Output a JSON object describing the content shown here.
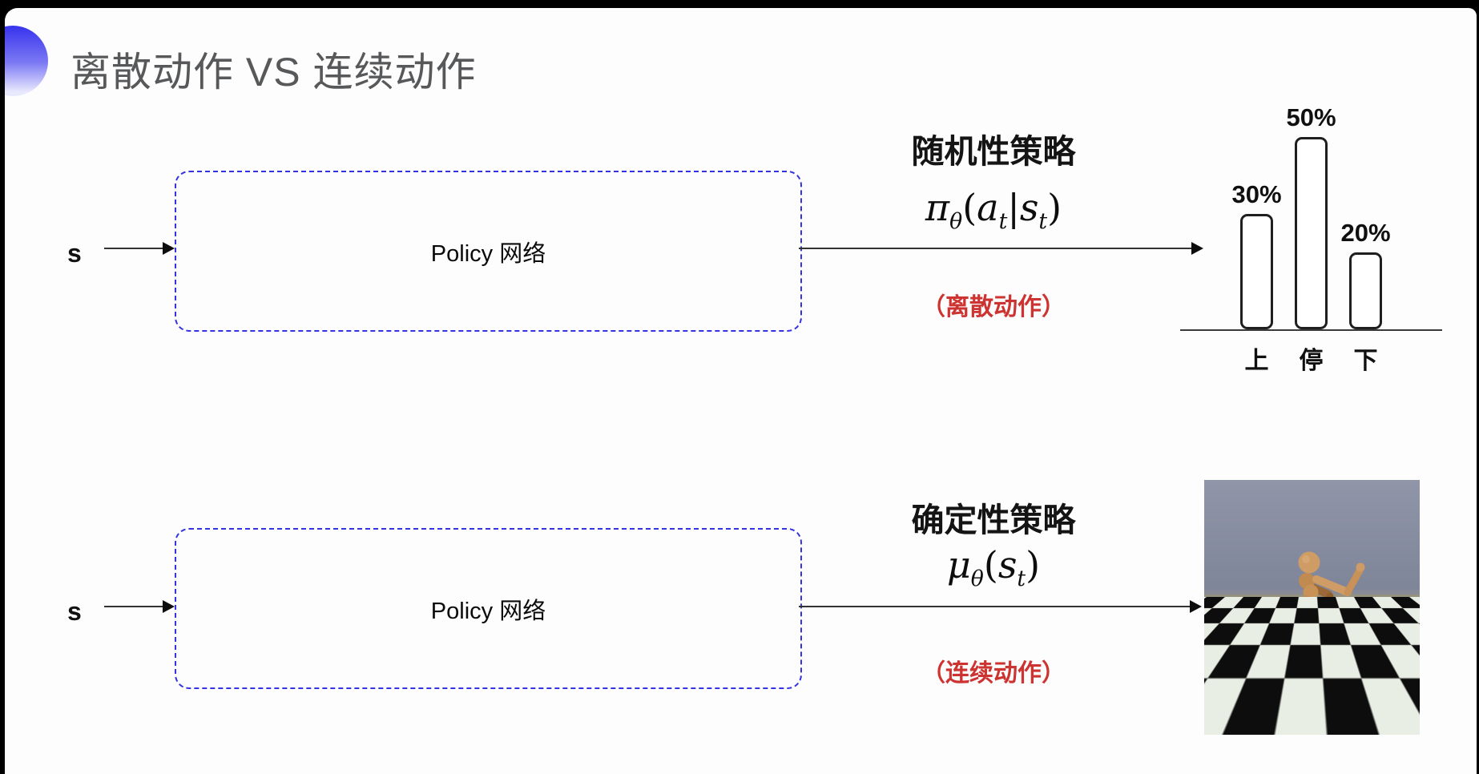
{
  "title": "离散动作 VS 连续动作",
  "top_row": {
    "input": "s",
    "box": "Policy 网络",
    "policy_name": "随机性策略",
    "formula": {
      "head": "π",
      "head_sub": "θ",
      "open": "(",
      "arg1": "a",
      "arg1_sub": "t",
      "bar": "|",
      "arg2": "s",
      "arg2_sub": "t",
      "close": ")"
    },
    "note": "（离散动作）"
  },
  "bottom_row": {
    "input": "s",
    "box": "Policy 网络",
    "policy_name": "确定性策略",
    "formula": {
      "head": "μ",
      "head_sub": "θ",
      "open": "(",
      "arg1": "s",
      "arg1_sub": "t",
      "close": ")"
    },
    "note": "（连续动作）"
  },
  "chart_data": {
    "type": "bar",
    "categories": [
      "上",
      "停",
      "下"
    ],
    "values": [
      30,
      50,
      20
    ],
    "value_labels": [
      "30%",
      "50%",
      "20%"
    ],
    "title": "",
    "xlabel": "",
    "ylabel": "",
    "ylim": [
      0,
      55
    ],
    "grid": false,
    "legend": "none"
  },
  "media": {
    "humanoid_image": "mujoco-humanoid-on-checkerboard-floor"
  },
  "colors": {
    "accent_blue": "#3333e0",
    "note_red": "#cd3431",
    "title_gray": "#57585a"
  }
}
